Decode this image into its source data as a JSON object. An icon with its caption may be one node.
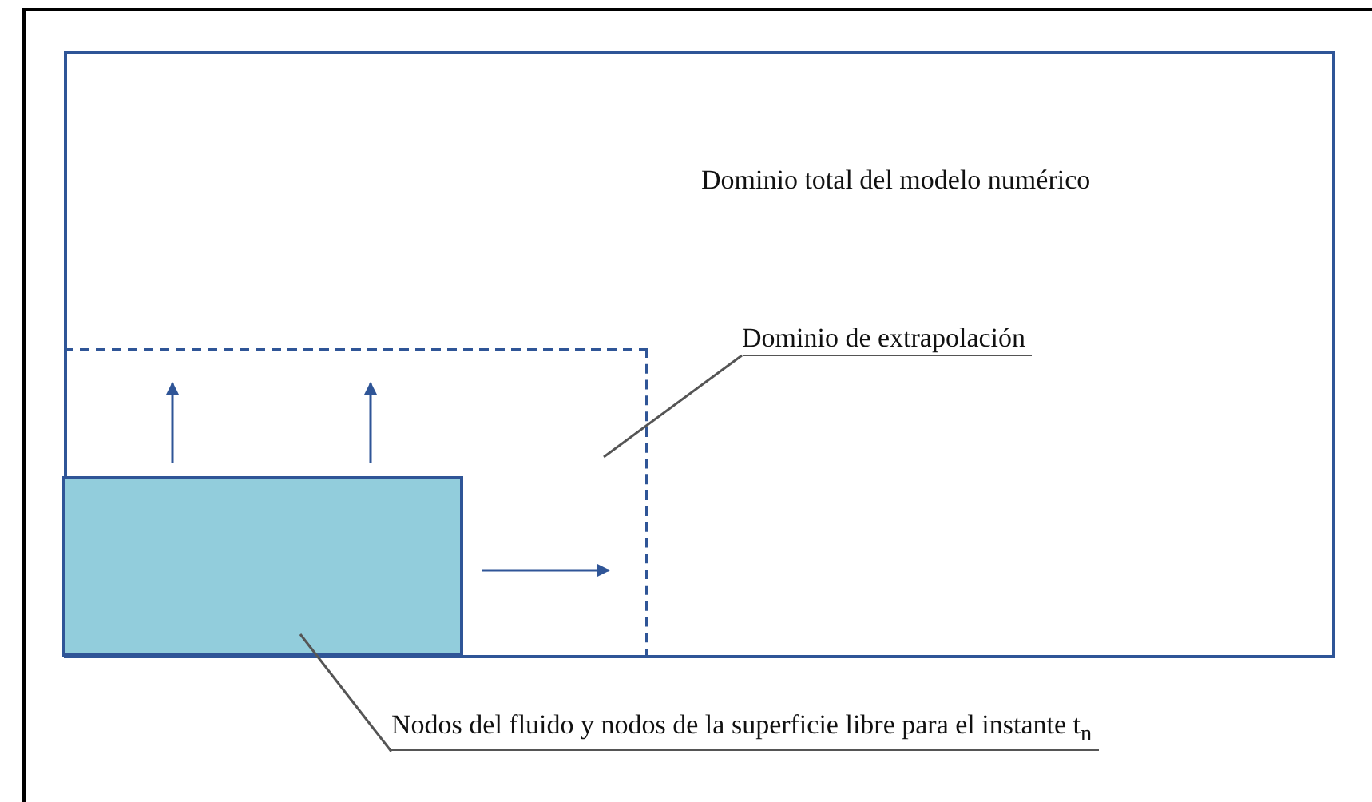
{
  "diagram": {
    "nodes": [
      {
        "text": [
          "Dominio total del modelo numérico"
        ]
      },
      {
        "text": [],
        "shape": "box",
        "in": 0
      },
      {
        "text": [],
        "shape": "box",
        "in": 1
      },
      {
        "text": [
          "Dominio de extrapolación"
        ],
        "in": 0
      },
      {
        "text": [
          "Nodos del fluido y nodos de la superficie libre para el instante t$_{n}$"
        ]
      }
    ],
    "edges": [
      {
        "from": 3,
        "to": 1,
        "arrow": "none"
      },
      {
        "from": 4,
        "to": 2,
        "arrow": "none"
      }
    ]
  }
}
